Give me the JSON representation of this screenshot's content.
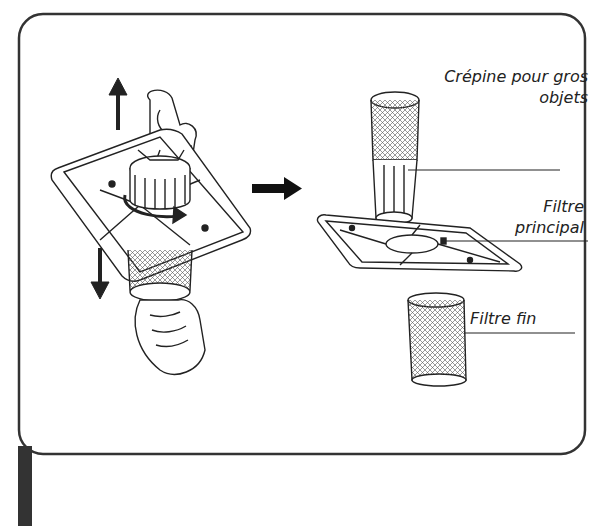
{
  "diagram": {
    "labels": [
      "Crépine pour gros objets",
      "Filtre principal",
      "Filtre fin"
    ]
  }
}
